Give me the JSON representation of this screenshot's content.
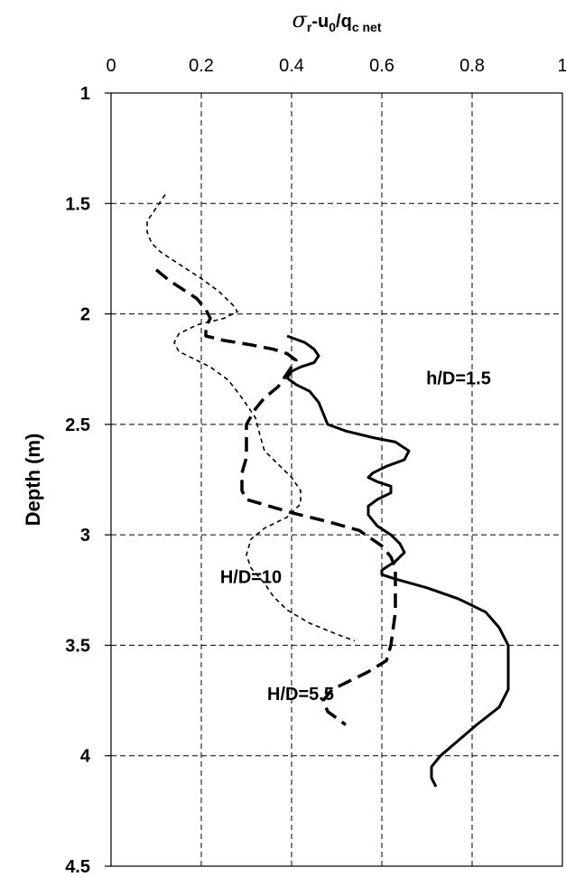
{
  "chart_data": {
    "type": "line",
    "xlabel": {
      "sigma": "σ",
      "sub_r": "r",
      "mid": "-u",
      "sub_0": "0",
      "slash_q": "/q",
      "sub_cnet": "c net"
    },
    "ylabel": "Depth (m)",
    "xlim": [
      0,
      1
    ],
    "ylim": [
      1,
      4.5
    ],
    "y_inverted": true,
    "x_axis_position": "top",
    "grid": true,
    "xticks": [
      "0",
      "0.2",
      "0.4",
      "0.6",
      "0.8",
      "1"
    ],
    "yticks": [
      "1",
      "1.5",
      "2",
      "2.5",
      "3",
      "3.5",
      "4",
      "4.5"
    ],
    "series": [
      {
        "name": "h/D=1.5",
        "style": "solid",
        "points": [
          [
            0.39,
            2.1
          ],
          [
            0.43,
            2.13
          ],
          [
            0.45,
            2.16
          ],
          [
            0.46,
            2.19
          ],
          [
            0.45,
            2.22
          ],
          [
            0.42,
            2.24
          ],
          [
            0.4,
            2.26
          ],
          [
            0.39,
            2.29
          ],
          [
            0.41,
            2.32
          ],
          [
            0.44,
            2.35
          ],
          [
            0.46,
            2.4
          ],
          [
            0.47,
            2.45
          ],
          [
            0.48,
            2.5
          ],
          [
            0.52,
            2.53
          ],
          [
            0.58,
            2.56
          ],
          [
            0.63,
            2.58
          ],
          [
            0.66,
            2.62
          ],
          [
            0.65,
            2.66
          ],
          [
            0.61,
            2.69
          ],
          [
            0.58,
            2.72
          ],
          [
            0.57,
            2.74
          ],
          [
            0.59,
            2.76
          ],
          [
            0.62,
            2.78
          ],
          [
            0.62,
            2.81
          ],
          [
            0.59,
            2.84
          ],
          [
            0.57,
            2.87
          ],
          [
            0.57,
            2.91
          ],
          [
            0.59,
            2.96
          ],
          [
            0.62,
            3.0
          ],
          [
            0.64,
            3.04
          ],
          [
            0.65,
            3.08
          ],
          [
            0.63,
            3.12
          ],
          [
            0.6,
            3.16
          ],
          [
            0.6,
            3.18
          ],
          [
            0.63,
            3.2
          ],
          [
            0.7,
            3.24
          ],
          [
            0.77,
            3.29
          ],
          [
            0.83,
            3.35
          ],
          [
            0.86,
            3.42
          ],
          [
            0.88,
            3.5
          ],
          [
            0.88,
            3.6
          ],
          [
            0.88,
            3.7
          ],
          [
            0.86,
            3.78
          ],
          [
            0.81,
            3.86
          ],
          [
            0.77,
            3.93
          ],
          [
            0.73,
            4.0
          ],
          [
            0.71,
            4.05
          ],
          [
            0.71,
            4.1
          ],
          [
            0.72,
            4.14
          ]
        ]
      },
      {
        "name": "H/D=5.5",
        "style": "dashed",
        "points": [
          [
            0.1,
            1.8
          ],
          [
            0.13,
            1.85
          ],
          [
            0.16,
            1.89
          ],
          [
            0.19,
            1.93
          ],
          [
            0.21,
            1.98
          ],
          [
            0.22,
            2.02
          ],
          [
            0.21,
            2.06
          ],
          [
            0.21,
            2.1
          ],
          [
            0.25,
            2.12
          ],
          [
            0.31,
            2.14
          ],
          [
            0.36,
            2.16
          ],
          [
            0.39,
            2.18
          ],
          [
            0.41,
            2.21
          ],
          [
            0.39,
            2.27
          ],
          [
            0.37,
            2.33
          ],
          [
            0.34,
            2.38
          ],
          [
            0.32,
            2.43
          ],
          [
            0.3,
            2.5
          ],
          [
            0.3,
            2.58
          ],
          [
            0.3,
            2.65
          ],
          [
            0.29,
            2.72
          ],
          [
            0.29,
            2.8
          ],
          [
            0.3,
            2.84
          ],
          [
            0.35,
            2.87
          ],
          [
            0.4,
            2.9
          ],
          [
            0.48,
            2.94
          ],
          [
            0.55,
            2.98
          ],
          [
            0.6,
            3.05
          ],
          [
            0.62,
            3.1
          ],
          [
            0.63,
            3.15
          ],
          [
            0.63,
            3.25
          ],
          [
            0.63,
            3.35
          ],
          [
            0.62,
            3.5
          ],
          [
            0.61,
            3.57
          ],
          [
            0.57,
            3.62
          ],
          [
            0.53,
            3.66
          ],
          [
            0.49,
            3.7
          ],
          [
            0.47,
            3.75
          ],
          [
            0.48,
            3.8
          ],
          [
            0.5,
            3.83
          ],
          [
            0.52,
            3.86
          ]
        ]
      },
      {
        "name": "H/D=10",
        "style": "dotted",
        "points": [
          [
            0.12,
            1.46
          ],
          [
            0.1,
            1.52
          ],
          [
            0.08,
            1.58
          ],
          [
            0.08,
            1.63
          ],
          [
            0.09,
            1.68
          ],
          [
            0.11,
            1.72
          ],
          [
            0.14,
            1.76
          ],
          [
            0.17,
            1.8
          ],
          [
            0.2,
            1.84
          ],
          [
            0.24,
            1.9
          ],
          [
            0.27,
            1.96
          ],
          [
            0.28,
            1.99
          ],
          [
            0.25,
            2.02
          ],
          [
            0.19,
            2.05
          ],
          [
            0.15,
            2.09
          ],
          [
            0.14,
            2.13
          ],
          [
            0.15,
            2.17
          ],
          [
            0.18,
            2.2
          ],
          [
            0.22,
            2.24
          ],
          [
            0.26,
            2.3
          ],
          [
            0.29,
            2.38
          ],
          [
            0.32,
            2.47
          ],
          [
            0.33,
            2.55
          ],
          [
            0.34,
            2.62
          ],
          [
            0.37,
            2.68
          ],
          [
            0.4,
            2.74
          ],
          [
            0.42,
            2.8
          ],
          [
            0.42,
            2.86
          ],
          [
            0.39,
            2.92
          ],
          [
            0.34,
            2.97
          ],
          [
            0.31,
            3.02
          ],
          [
            0.3,
            3.09
          ],
          [
            0.31,
            3.15
          ],
          [
            0.34,
            3.22
          ],
          [
            0.36,
            3.28
          ],
          [
            0.39,
            3.34
          ],
          [
            0.44,
            3.4
          ],
          [
            0.5,
            3.45
          ],
          [
            0.54,
            3.48
          ]
        ]
      }
    ],
    "annotations": [
      {
        "text": "h/D=1.5",
        "x": 0.77,
        "y": 2.29
      },
      {
        "text": "H/D=10",
        "x": 0.31,
        "y": 3.19
      },
      {
        "text": "H/D=5.5",
        "x": 0.42,
        "y": 3.72
      }
    ]
  }
}
